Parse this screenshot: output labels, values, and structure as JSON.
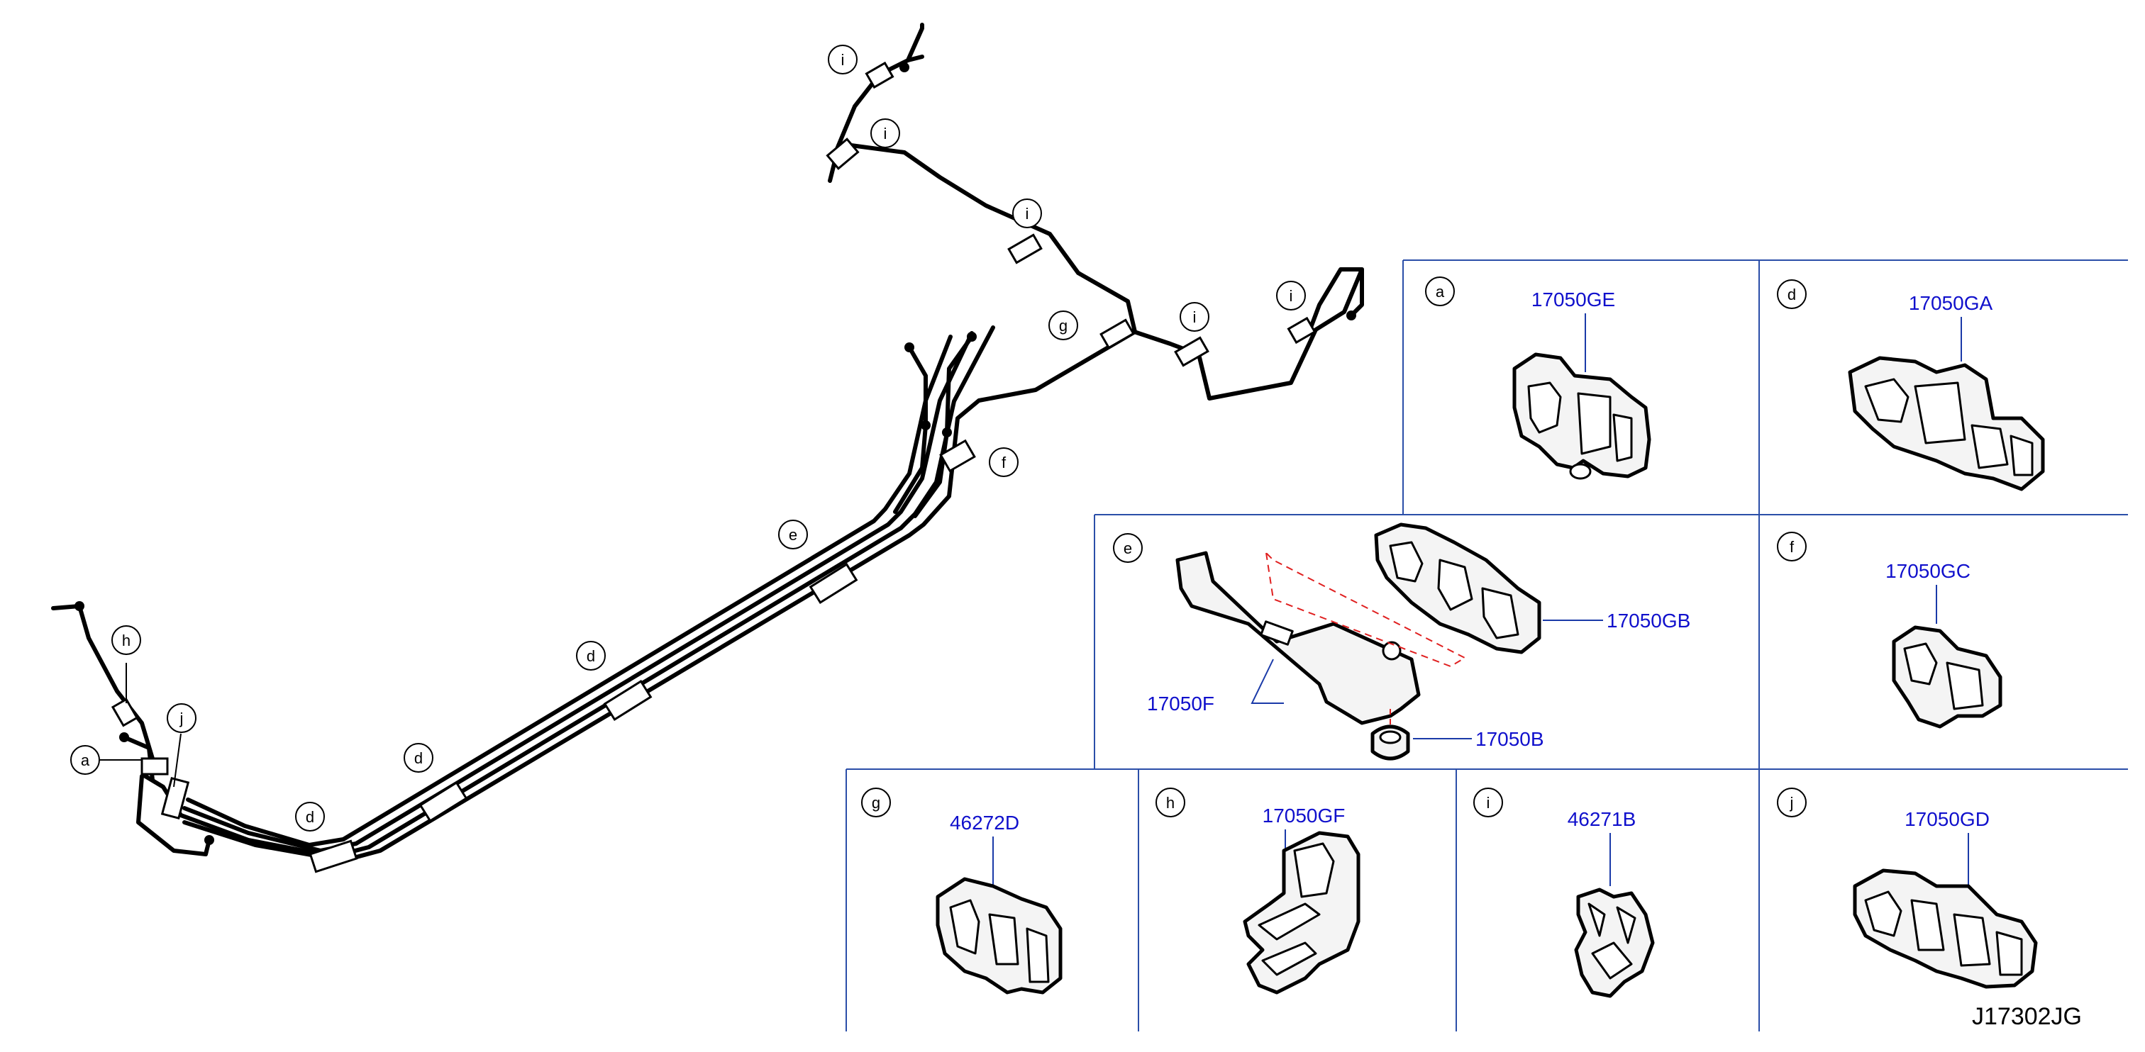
{
  "diagram": {
    "callouts": {
      "a": "a",
      "d": "d",
      "e": "e",
      "f": "f",
      "g": "g",
      "h": "h",
      "i": "i",
      "j": "j"
    },
    "panels": [
      {
        "letter": "a",
        "part_number": "17050GE"
      },
      {
        "letter": "d",
        "part_number": "17050GA"
      },
      {
        "letter": "e",
        "part_numbers": [
          "17050GB",
          "17050F",
          "17050B"
        ]
      },
      {
        "letter": "f",
        "part_number": "17050GC"
      },
      {
        "letter": "g",
        "part_number": "46272D"
      },
      {
        "letter": "h",
        "part_number": "17050GF"
      },
      {
        "letter": "i",
        "part_number": "46271B"
      },
      {
        "letter": "j",
        "part_number": "17050GD"
      }
    ],
    "diagram_code": "J17302JG"
  },
  "colors": {
    "part_number": "#1010cc",
    "panel_border": "#2a4ea8",
    "guide_line": "#e02020"
  }
}
